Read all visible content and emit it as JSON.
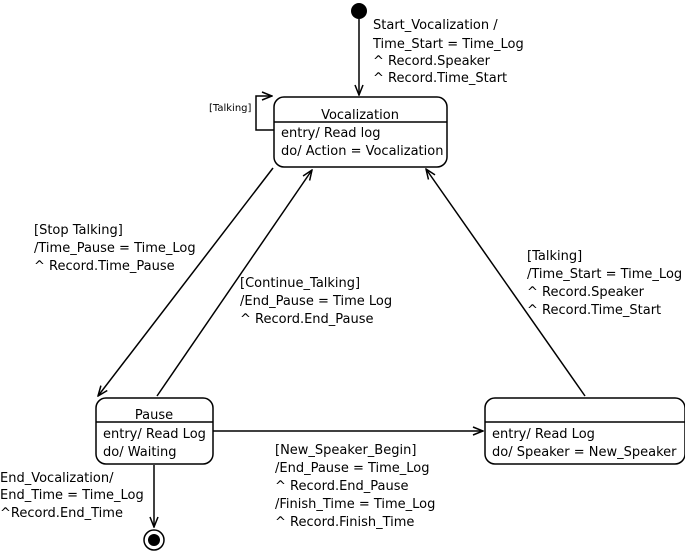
{
  "states": {
    "vocalization": {
      "name": "Vocalization",
      "entry": "entry/ Read log",
      "do": "do/ Action = Vocalization"
    },
    "pause": {
      "name": "Pause",
      "entry": "entry/ Read Log",
      "do": "do/ Waiting"
    },
    "new_speaker": {
      "name": "",
      "entry": "entry/ Read Log",
      "do": "do/ Speaker = New_Speaker"
    }
  },
  "transitions": {
    "start": [
      "Start_Vocalization /",
      "Time_Start = Time_Log",
      "^ Record.Speaker",
      "^ Record.Time_Start"
    ],
    "self_loop": "[Talking]",
    "stop_talking": [
      "[Stop Talking]",
      "/Time_Pause = Time_Log",
      "^ Record.Time_Pause"
    ],
    "continue_talking": [
      "[Continue_Talking]",
      "/End_Pause = Time Log",
      "^ Record.End_Pause"
    ],
    "talking": [
      "[Talking]",
      "/Time_Start = Time_Log",
      "^ Record.Speaker",
      "^ Record.Time_Start"
    ],
    "new_speaker": [
      "[New_Speaker_Begin]",
      "/End_Pause = Time_Log",
      "^ Record.End_Pause",
      "/Finish_Time = Time_Log",
      "^ Record.Finish_Time"
    ],
    "end": [
      "End_Vocalization/",
      "End_Time = Time_Log",
      "^Record.End_Time"
    ]
  }
}
